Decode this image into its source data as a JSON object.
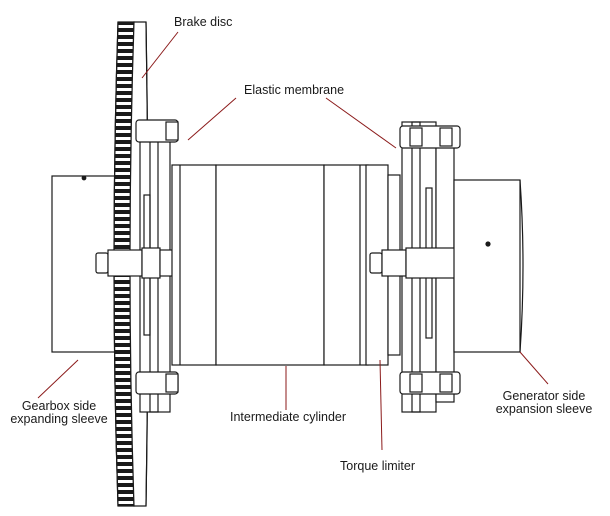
{
  "labels": {
    "brake_disc": "Brake disc",
    "elastic_membrane": "Elastic membrane",
    "gearbox_line1": "Gearbox side",
    "gearbox_line2": "expanding sleeve",
    "intermediate_cylinder": "Intermediate cylinder",
    "torque_limiter": "Torque limiter",
    "generator_line1": "Generator side",
    "generator_line2": "expansion sleeve"
  },
  "colors": {
    "stroke": "#1a1a1a",
    "leader": "#8b1a1a",
    "fill": "#ffffff"
  }
}
